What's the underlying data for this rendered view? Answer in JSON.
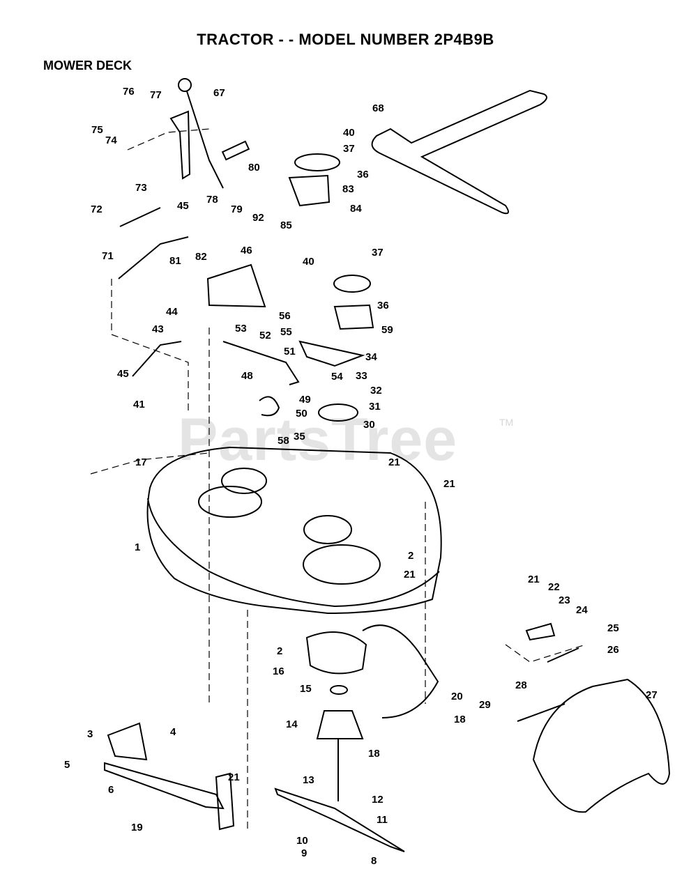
{
  "header": {
    "title": "TRACTOR - - MODEL NUMBER 2P4B9B",
    "section": "MOWER DECK"
  },
  "watermark": {
    "text": "PartsTree",
    "tm": "TM"
  },
  "callouts": [
    "76",
    "77",
    "67",
    "75",
    "74",
    "73",
    "78",
    "79",
    "92",
    "80",
    "72",
    "45",
    "81",
    "82",
    "71",
    "46",
    "44",
    "43",
    "45",
    "41",
    "17",
    "1",
    "2",
    "68",
    "40",
    "37",
    "36",
    "83",
    "84",
    "85",
    "40",
    "37",
    "36",
    "56",
    "55",
    "59",
    "53",
    "52",
    "51",
    "34",
    "54",
    "33",
    "32",
    "31",
    "30",
    "48",
    "49",
    "50",
    "58",
    "35",
    "21",
    "21",
    "2",
    "21",
    "21",
    "22",
    "23",
    "24",
    "25",
    "26",
    "28",
    "29",
    "27",
    "16",
    "15",
    "20",
    "18",
    "14",
    "18",
    "3",
    "4",
    "5",
    "6",
    "21",
    "19",
    "13",
    "12",
    "11",
    "10",
    "9",
    "8"
  ]
}
